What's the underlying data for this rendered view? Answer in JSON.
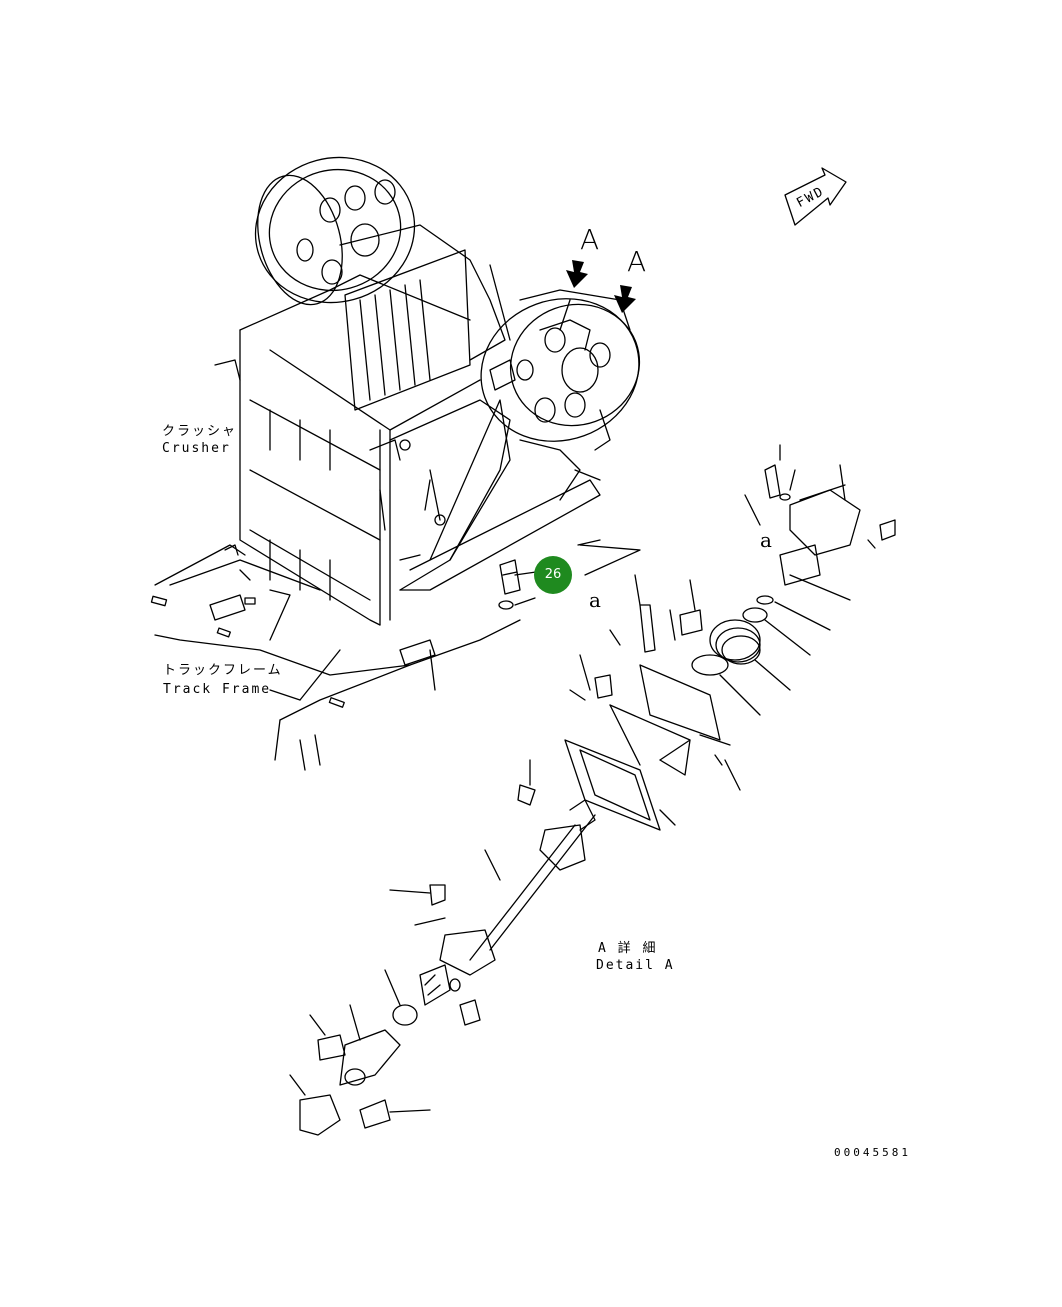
{
  "labels": {
    "crusher_ja": "クラッシャ",
    "crusher_en": "Crusher",
    "track_ja": "トラックフレーム",
    "track_en": "Track Frame",
    "detail_ja": "A 詳 細",
    "detail_en": "Detail A",
    "view_a1": "A",
    "view_a2": "A",
    "arrow_a1": "a",
    "arrow_a2": "a",
    "fwd": "FWD",
    "drawing_no": "00045581"
  },
  "callouts": [
    {
      "number": "26",
      "color": "#1f8a1f"
    }
  ]
}
